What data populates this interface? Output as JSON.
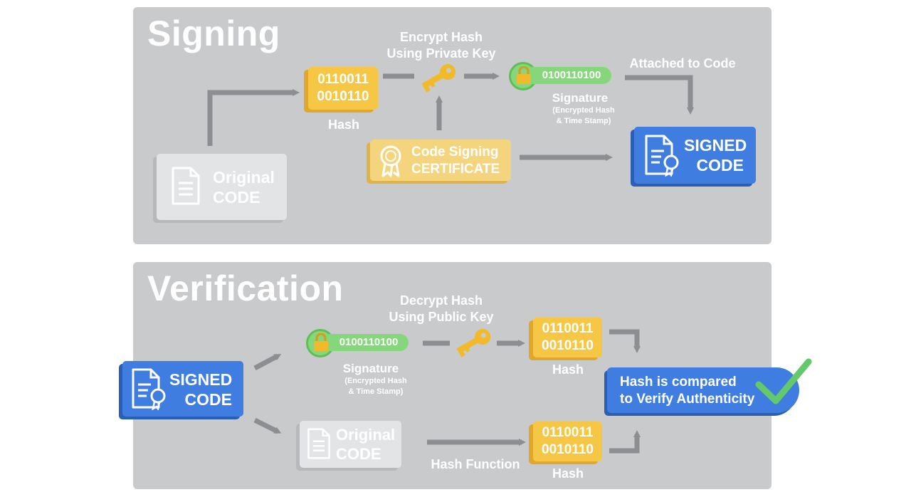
{
  "signing": {
    "title": "Signing",
    "encrypt_label_1": "Encrypt Hash",
    "encrypt_label_2": "Using Private Key",
    "hash_bits_1": "0110011",
    "hash_bits_2": "0010110",
    "hash_label": "Hash",
    "signature_bits": "0100110100",
    "signature_label": "Signature",
    "signature_sub_1": "(Encrypted Hash",
    "signature_sub_2": "& Time Stamp)",
    "attached_label": "Attached to Code",
    "cert_line_1": "Code Signing",
    "cert_line_2": "CERTIFICATE",
    "original_line_1": "Original",
    "original_line_2": "CODE",
    "signed_line_1": "SIGNED",
    "signed_line_2": "CODE"
  },
  "verification": {
    "title": "Verification",
    "decrypt_label_1": "Decrypt Hash",
    "decrypt_label_2": "Using Public Key",
    "signature_bits": "0100110100",
    "signature_label": "Signature",
    "signature_sub_1": "(Encrypted Hash",
    "signature_sub_2": "& Time Stamp)",
    "hash_top_bits_1": "0110011",
    "hash_top_bits_2": "0010110",
    "hash_top_label": "Hash",
    "hash_bottom_bits_1": "0110011",
    "hash_bottom_bits_2": "0010110",
    "hash_bottom_label": "Hash",
    "hash_function_label": "Hash Function",
    "signed_line_1": "SIGNED",
    "signed_line_2": "CODE",
    "original_line_1": "Original",
    "original_line_2": "CODE",
    "compare_line_1": "Hash is compared",
    "compare_line_2": "to Verify Authenticity"
  },
  "colors": {
    "panel": "#c9cacc",
    "hash_yellow": "#f6c744",
    "signed_blue": "#3f7de0",
    "signature_green": "#86d77b",
    "arrow_gray": "#8c8e92",
    "check_green": "#63c96a"
  },
  "icons": [
    "document-icon",
    "certificate-ribbon-icon",
    "key-icon",
    "lock-icon",
    "checkmark-icon",
    "arrow-icon"
  ]
}
